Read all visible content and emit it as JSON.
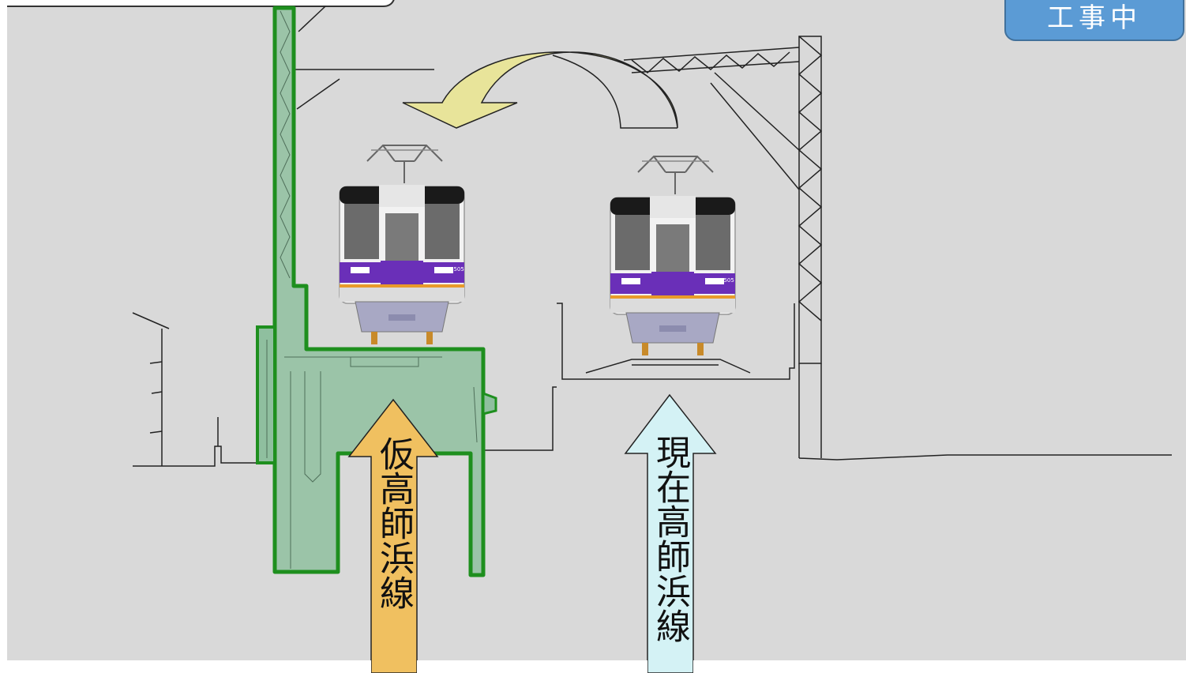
{
  "status_button": {
    "label": "工事中"
  },
  "labels": {
    "temporary_line": "仮高師浜線",
    "current_line": "現在高師浜線"
  },
  "train_numbers": {
    "left": "1505",
    "right": "1505"
  },
  "colors": {
    "background": "#d9d9d9",
    "temporary_structure_fill": "#8fbf9f",
    "temporary_structure_border": "#1e8f1e",
    "temporary_arrow": "#f0c060",
    "current_arrow": "#d4f2f5",
    "move_arrow": "#e8e49a",
    "train_purple": "#6a2fb8",
    "status_button": "#5b9bd5"
  }
}
